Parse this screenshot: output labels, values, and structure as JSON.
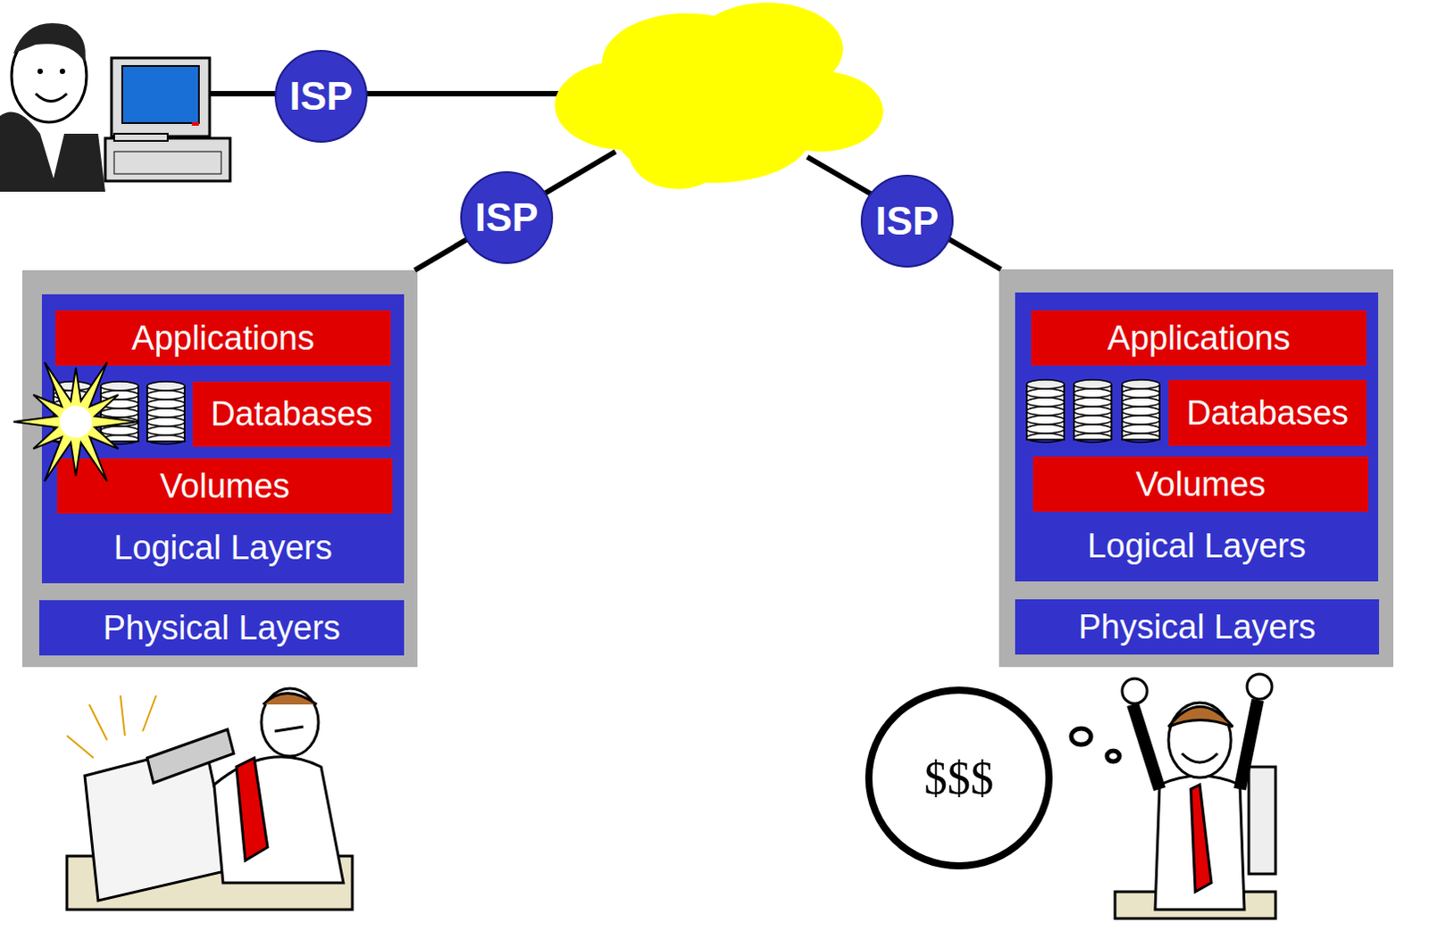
{
  "diagram": {
    "nodes": [
      {
        "text": [
          "ISP"
        ]
      },
      {
        "text": [
          "ISP"
        ]
      },
      {
        "text": [
          "ISP"
        ]
      },
      {
        "text": [
          "Logical Layers"
        ]
      },
      {
        "text": [
          "Applications"
        ],
        "in": 3
      },
      {
        "text": [
          "Databases"
        ],
        "in": 3
      },
      {
        "text": [
          "Volumes"
        ],
        "in": 3
      },
      {
        "text": [
          "Physical Layers"
        ]
      },
      {
        "text": [
          "Logical Layers"
        ]
      },
      {
        "text": [
          "Applications"
        ],
        "in": 8
      },
      {
        "text": [
          "Databases"
        ],
        "in": 8
      },
      {
        "text": [
          "Volumes"
        ],
        "in": 8
      },
      {
        "text": [
          "Physical Layers"
        ]
      },
      {
        "text": [
          "$$$"
        ]
      }
    ]
  }
}
